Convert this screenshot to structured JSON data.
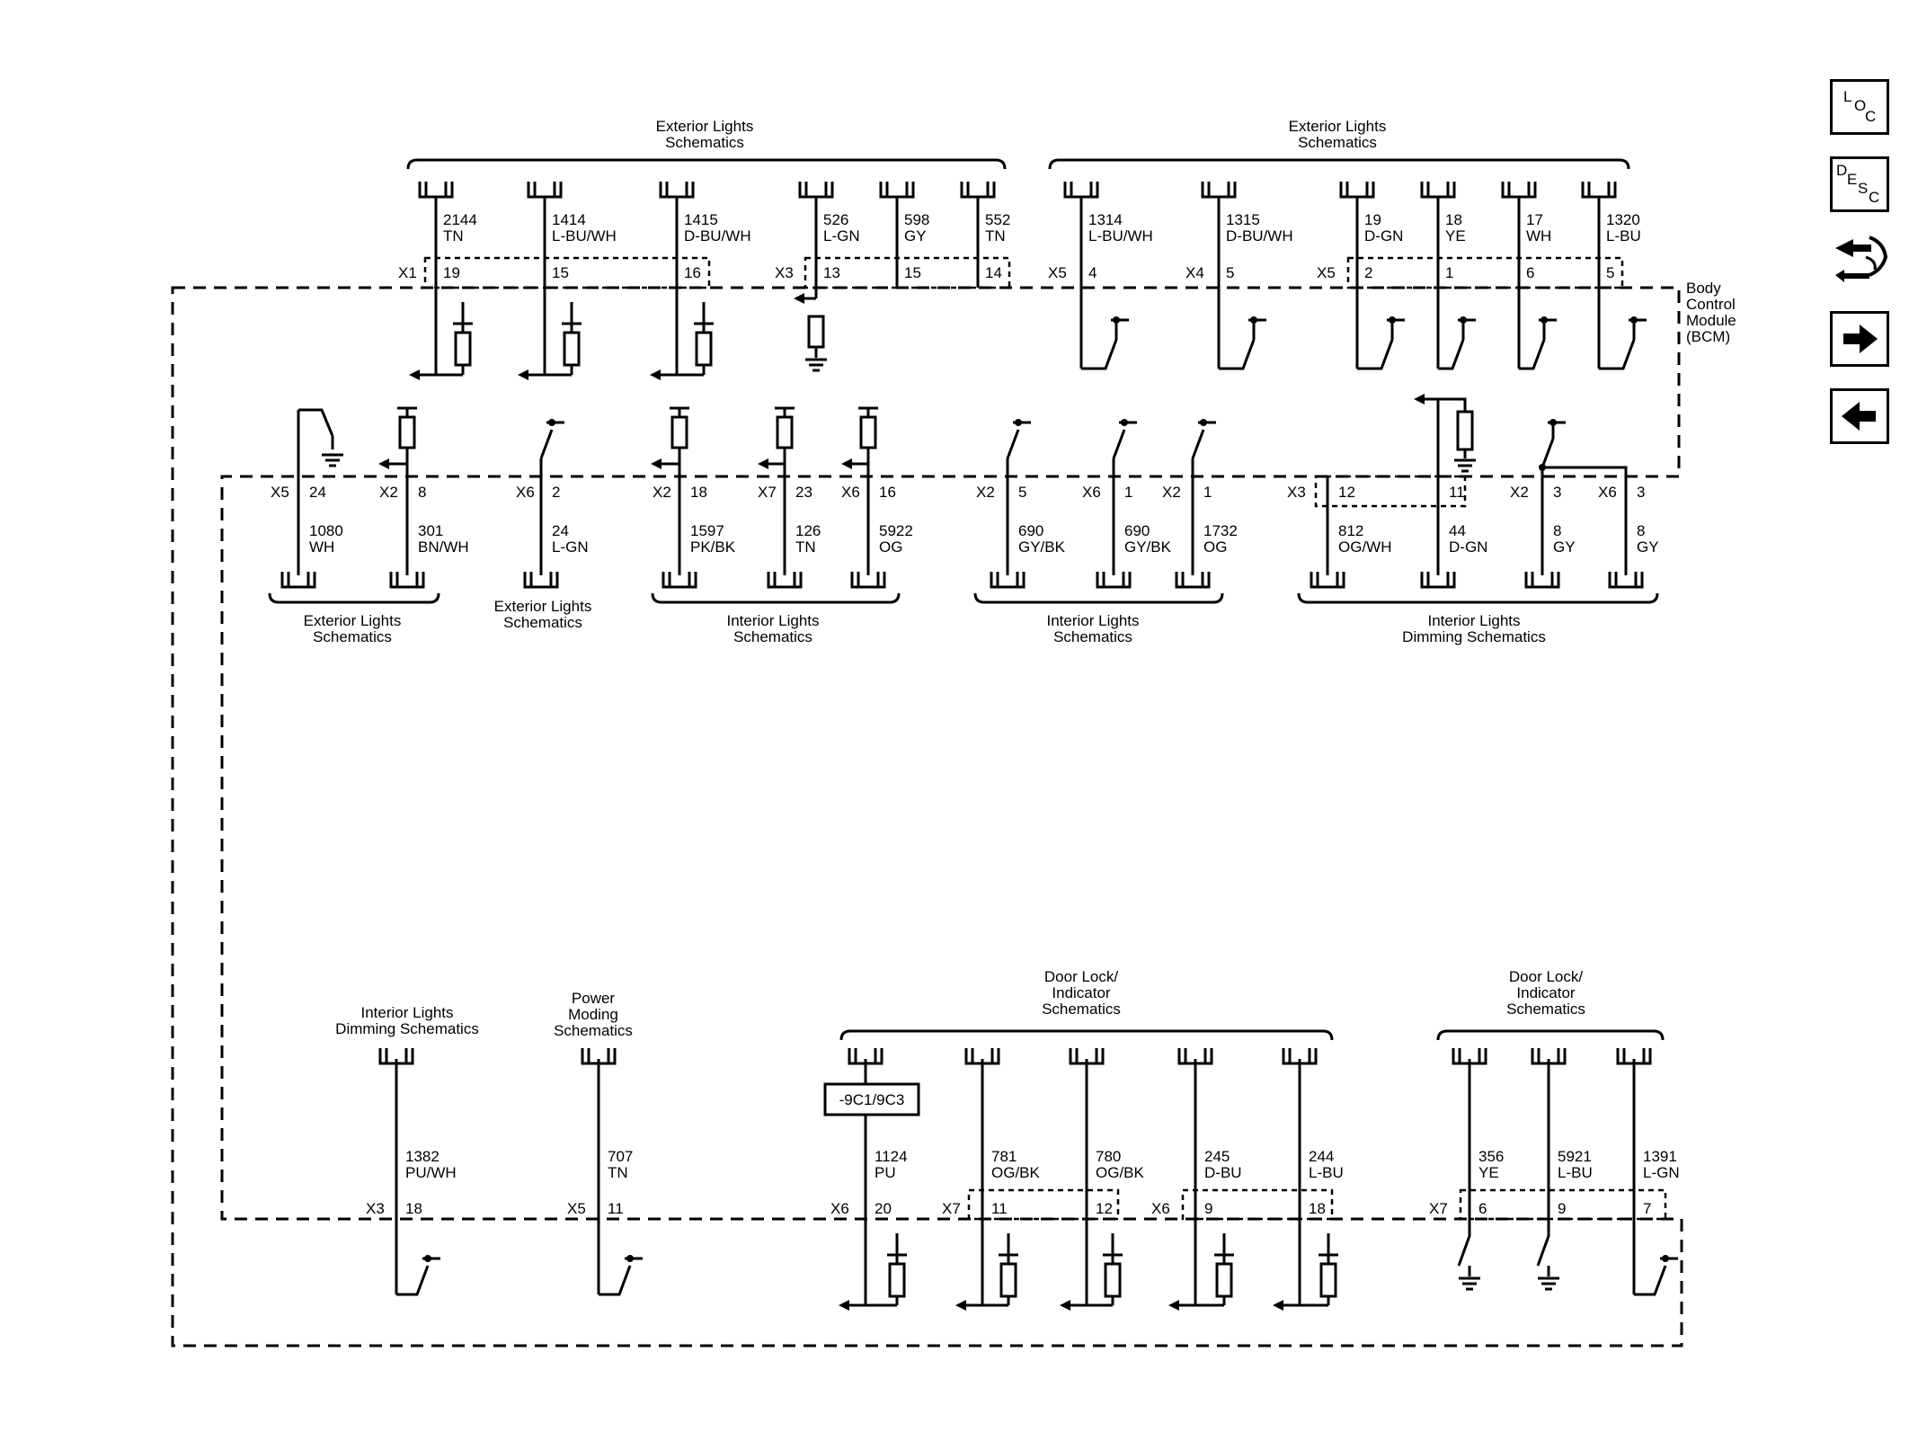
{
  "module_label": [
    "Body",
    "Control",
    "Module",
    "(BCM)"
  ],
  "nav_buttons": [
    {
      "name": "loc-button",
      "letters": [
        "L",
        "O",
        "C"
      ]
    },
    {
      "name": "desc-button",
      "letters": [
        "D",
        "E",
        "S",
        "C"
      ]
    },
    {
      "name": "connector-end-view-button",
      "icon": "connector-end-view-icon"
    },
    {
      "name": "next-page-button",
      "icon": "arrow-right-icon"
    },
    {
      "name": "previous-page-button",
      "icon": "arrow-left-icon"
    }
  ],
  "group_labels": [
    {
      "id": "g-top-ext-1",
      "lines": [
        "Exterior Lights",
        "Schematics"
      ]
    },
    {
      "id": "g-top-ext-2",
      "lines": [
        "Exterior Lights",
        "Schematics"
      ]
    },
    {
      "id": "g-mid-ext-1",
      "lines": [
        "Exterior Lights",
        "Schematics"
      ]
    },
    {
      "id": "g-mid-ext-2",
      "lines": [
        "Exterior Lights",
        "Schematics"
      ]
    },
    {
      "id": "g-mid-int-1",
      "lines": [
        "Interior Lights",
        "Schematics"
      ]
    },
    {
      "id": "g-mid-int-2",
      "lines": [
        "Interior Lights",
        "Schematics"
      ]
    },
    {
      "id": "g-mid-dim",
      "lines": [
        "Interior Lights",
        "Dimming Schematics"
      ]
    },
    {
      "id": "g-bot-dim",
      "lines": [
        "Interior Lights",
        "Dimming Schematics"
      ]
    },
    {
      "id": "g-bot-power",
      "lines": [
        "Power",
        "Moding",
        "Schematics"
      ]
    },
    {
      "id": "g-bot-door-1",
      "lines": [
        "Door Lock/",
        "Indicator",
        "Schematics"
      ]
    },
    {
      "id": "g-bot-door-2",
      "lines": [
        "Door Lock/",
        "Indicator",
        "Schematics"
      ]
    }
  ],
  "circuits_top": [
    {
      "circuit": "2144",
      "color": "TN",
      "connector": "X1",
      "pin": "19"
    },
    {
      "circuit": "1414",
      "color": "L-BU/WH",
      "connector": "",
      "pin": "15"
    },
    {
      "circuit": "1415",
      "color": "D-BU/WH",
      "connector": "",
      "pin": "16"
    },
    {
      "circuit": "526",
      "color": "L-GN",
      "connector": "X3",
      "pin": "13"
    },
    {
      "circuit": "598",
      "color": "GY",
      "connector": "",
      "pin": "15"
    },
    {
      "circuit": "552",
      "color": "TN",
      "connector": "",
      "pin": "14"
    },
    {
      "circuit": "1314",
      "color": "L-BU/WH",
      "connector": "X5",
      "pin": "4"
    },
    {
      "circuit": "1315",
      "color": "D-BU/WH",
      "connector": "X4",
      "pin": "5"
    },
    {
      "circuit": "19",
      "color": "D-GN",
      "connector": "X5",
      "pin": "2"
    },
    {
      "circuit": "18",
      "color": "YE",
      "connector": "",
      "pin": "1"
    },
    {
      "circuit": "17",
      "color": "WH",
      "connector": "",
      "pin": "6"
    },
    {
      "circuit": "1320",
      "color": "L-BU",
      "connector": "",
      "pin": "5"
    }
  ],
  "circuits_middle": [
    {
      "circuit": "1080",
      "color": "WH",
      "connector": "X5",
      "pin": "24"
    },
    {
      "circuit": "301",
      "color": "BN/WH",
      "connector": "X2",
      "pin": "8"
    },
    {
      "circuit": "24",
      "color": "L-GN",
      "connector": "X6",
      "pin": "2"
    },
    {
      "circuit": "1597",
      "color": "PK/BK",
      "connector": "X2",
      "pin": "18"
    },
    {
      "circuit": "126",
      "color": "TN",
      "connector": "X7",
      "pin": "23"
    },
    {
      "circuit": "5922",
      "color": "OG",
      "connector": "X6",
      "pin": "16"
    },
    {
      "circuit": "690",
      "color": "GY/BK",
      "connector": "X2",
      "pin": "5"
    },
    {
      "circuit": "690",
      "color": "GY/BK",
      "connector": "X6",
      "pin": "1"
    },
    {
      "circuit": "1732",
      "color": "OG",
      "connector": "X2",
      "pin": "1"
    },
    {
      "circuit": "812",
      "color": "OG/WH",
      "connector": "X3",
      "pin": "12"
    },
    {
      "circuit": "44",
      "color": "D-GN",
      "connector": "",
      "pin": "11"
    },
    {
      "circuit": "8",
      "color": "GY",
      "connector": "X2",
      "pin": "3"
    },
    {
      "circuit": "8",
      "color": "GY",
      "connector": "X6",
      "pin": "3"
    }
  ],
  "circuits_bottom": [
    {
      "circuit": "1382",
      "color": "PU/WH",
      "connector": "X3",
      "pin": "18"
    },
    {
      "circuit": "707",
      "color": "TN",
      "connector": "X5",
      "pin": "11"
    },
    {
      "circuit": "1124",
      "color": "PU",
      "connector": "X6",
      "pin": "20"
    },
    {
      "circuit": "781",
      "color": "OG/BK",
      "connector": "X7",
      "pin": "11"
    },
    {
      "circuit": "780",
      "color": "OG/BK",
      "connector": "",
      "pin": "12"
    },
    {
      "circuit": "245",
      "color": "D-BU",
      "connector": "X6",
      "pin": "9"
    },
    {
      "circuit": "244",
      "color": "L-BU",
      "connector": "",
      "pin": "18"
    },
    {
      "circuit": "356",
      "color": "YE",
      "connector": "X7",
      "pin": "6"
    },
    {
      "circuit": "5921",
      "color": "L-BU",
      "connector": "",
      "pin": "9"
    },
    {
      "circuit": "1391",
      "color": "L-GN",
      "connector": "",
      "pin": "7"
    }
  ],
  "splice_label": "-9C1/9C3"
}
